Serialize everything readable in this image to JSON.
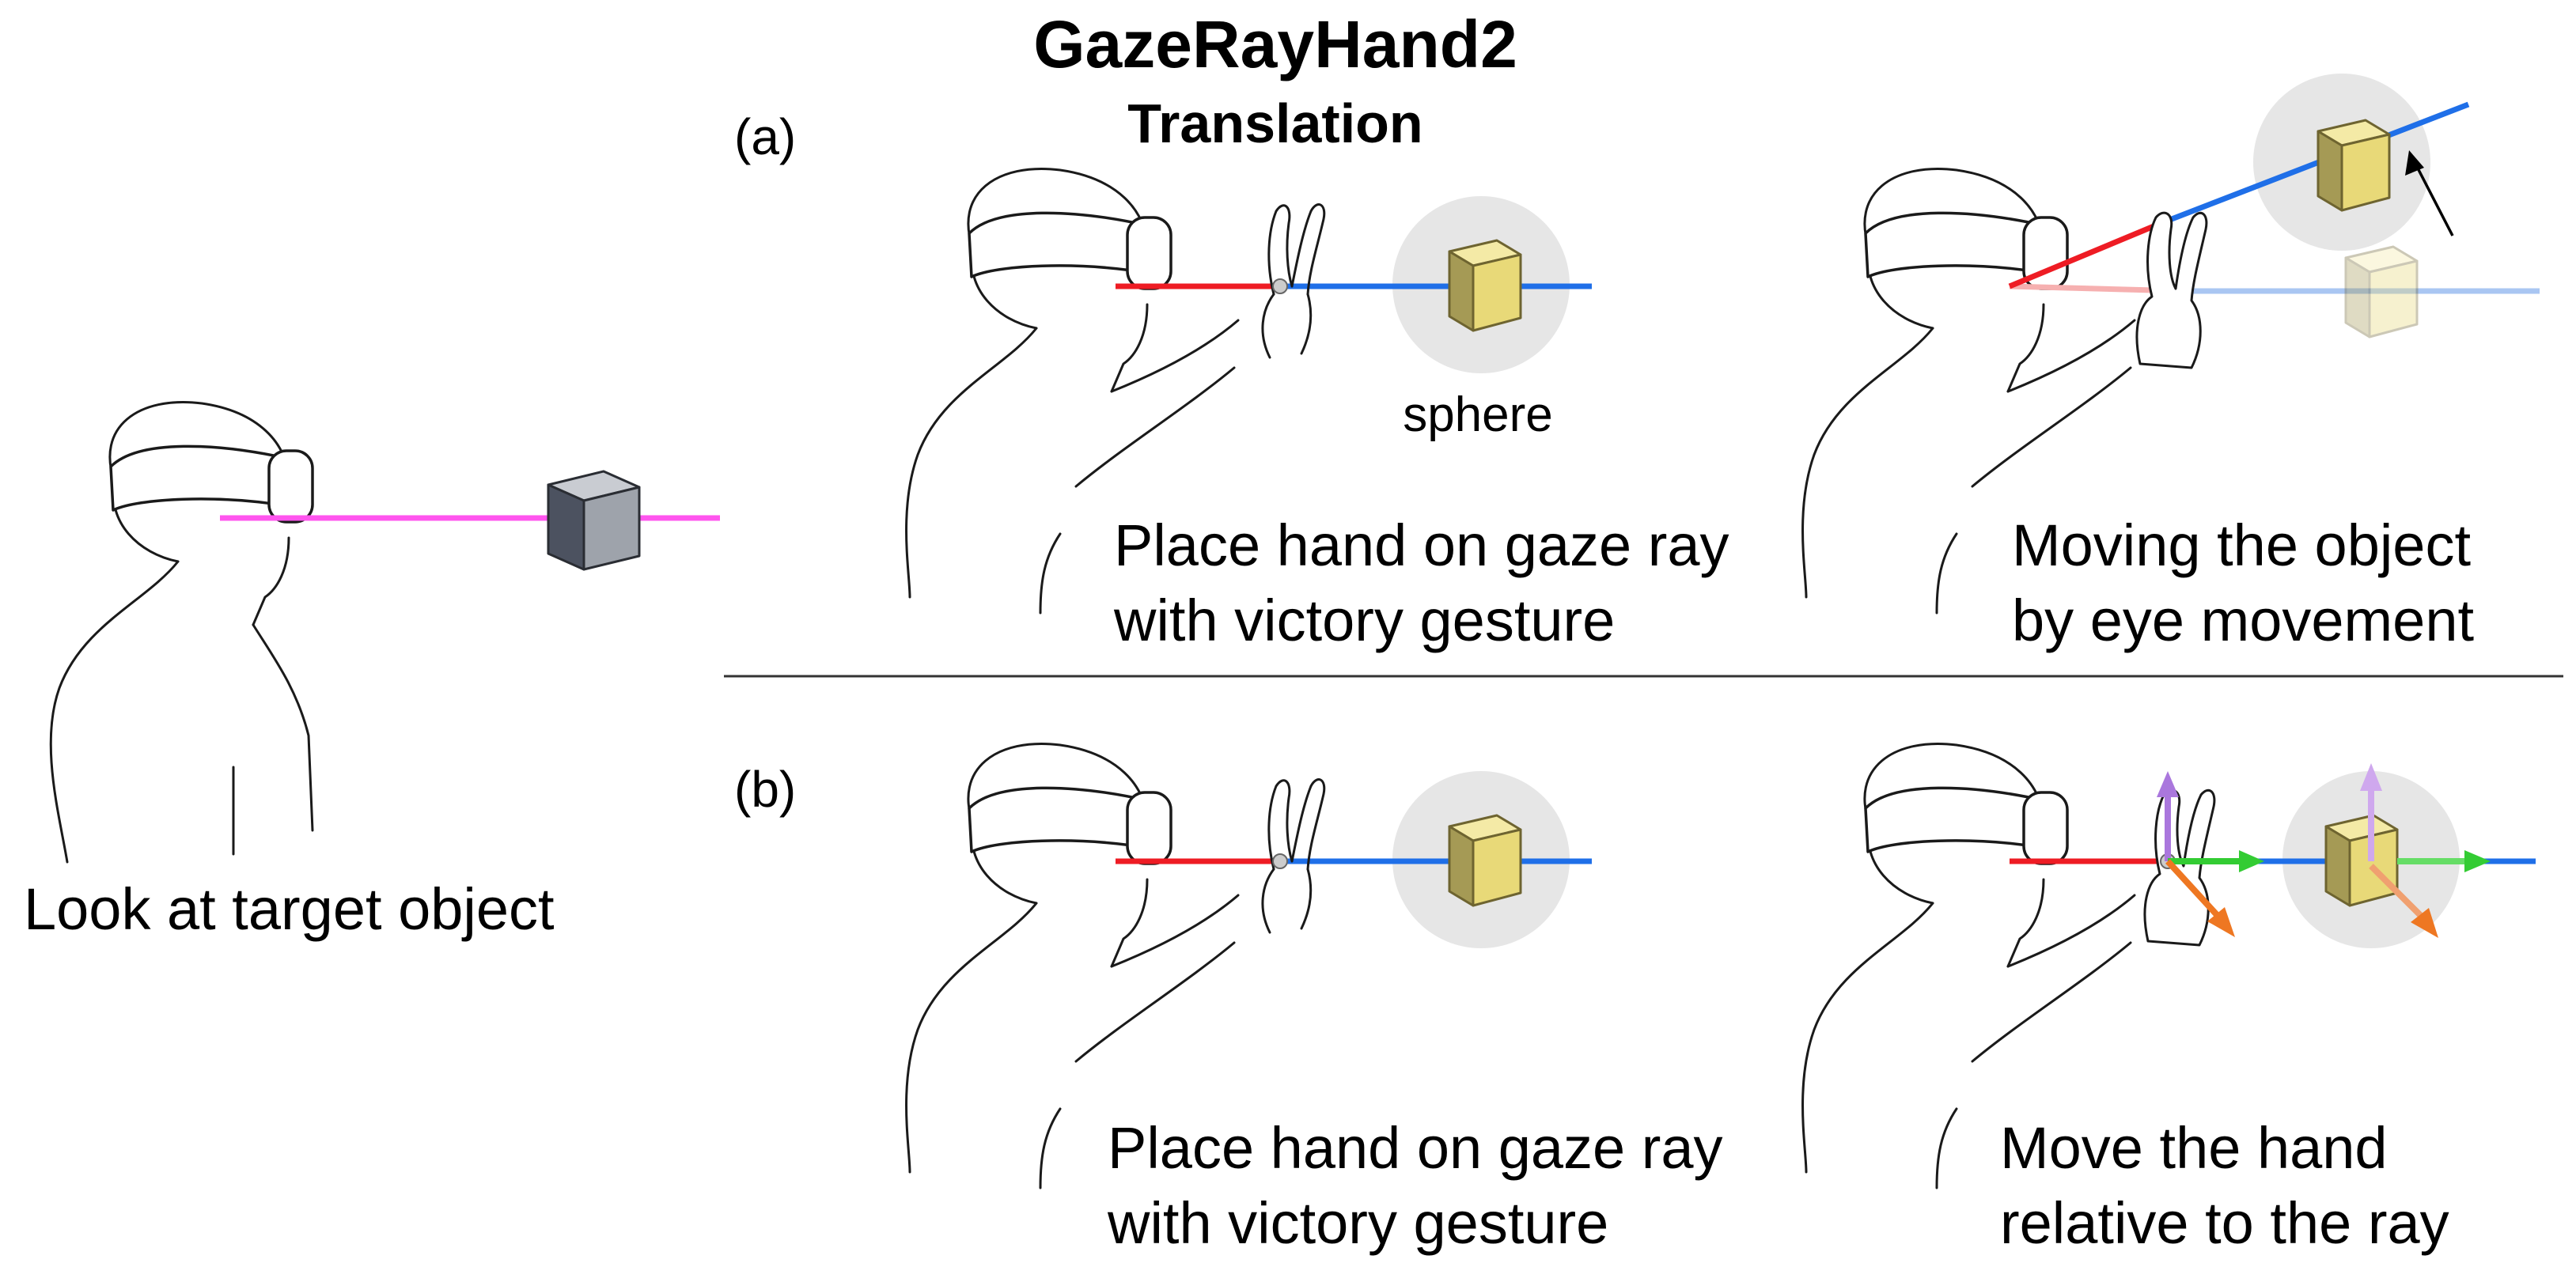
{
  "title": "GazeRayHand2",
  "subtitle": "Translation",
  "left_caption": "Look at target object",
  "panel_a": {
    "label": "(a)",
    "sphere_label": "sphere",
    "step1": [
      "Place hand on gaze ray",
      "with victory gesture"
    ],
    "step2": [
      "Moving the object",
      "by eye movement"
    ]
  },
  "panel_b": {
    "label": "(b)",
    "step1": [
      "Place hand on gaze ray",
      "with victory gesture"
    ],
    "step2": [
      "Move the hand",
      "relative to the ray"
    ]
  },
  "colors": {
    "gaze_ray_initial": "#ff55ee",
    "gaze_ray_eye": "#ee1c24",
    "gaze_ray_extension": "#1f6fe8",
    "target_cube_selected": "#e8d978",
    "target_cube_unselected": "#8f949c",
    "sphere_halo": "#e6e6e6",
    "axis_x": "#33cc33",
    "axis_y": "#aa77dd",
    "axis_z": "#ee7722"
  },
  "icons": [
    "head-with-headset-icon",
    "victory-hand-icon",
    "cube-icon",
    "axis-arrows-icon"
  ]
}
